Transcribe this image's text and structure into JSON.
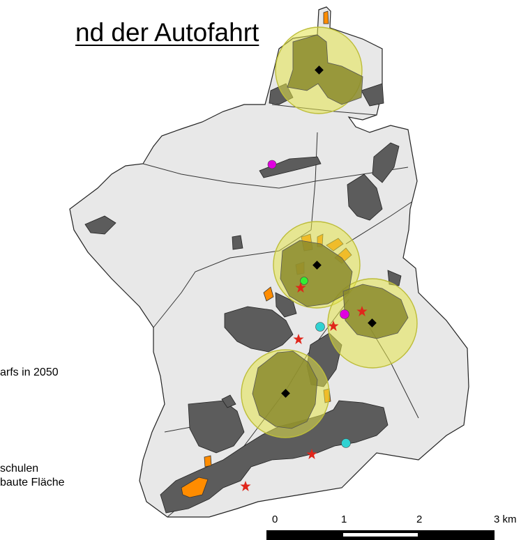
{
  "map": {
    "title": "nd der Autofahrt",
    "legend_fragments": [
      "arfs in 2050",
      "schulen",
      "baute Fläche"
    ]
  },
  "scale_bar": {
    "labels": [
      "0",
      "1",
      "2",
      "3 km"
    ]
  },
  "colors": {
    "municipality_fill": "#e8e8e8",
    "built_area": "#5c5c5c",
    "orange_area": "#ff8c00",
    "buffer_circle": "#e3e34a",
    "center_marker": "#000000",
    "star_marker": "#e0261b",
    "cyan_marker": "#30d2d2",
    "magenta_marker": "#e000e0",
    "green_marker": "#33ee33"
  }
}
